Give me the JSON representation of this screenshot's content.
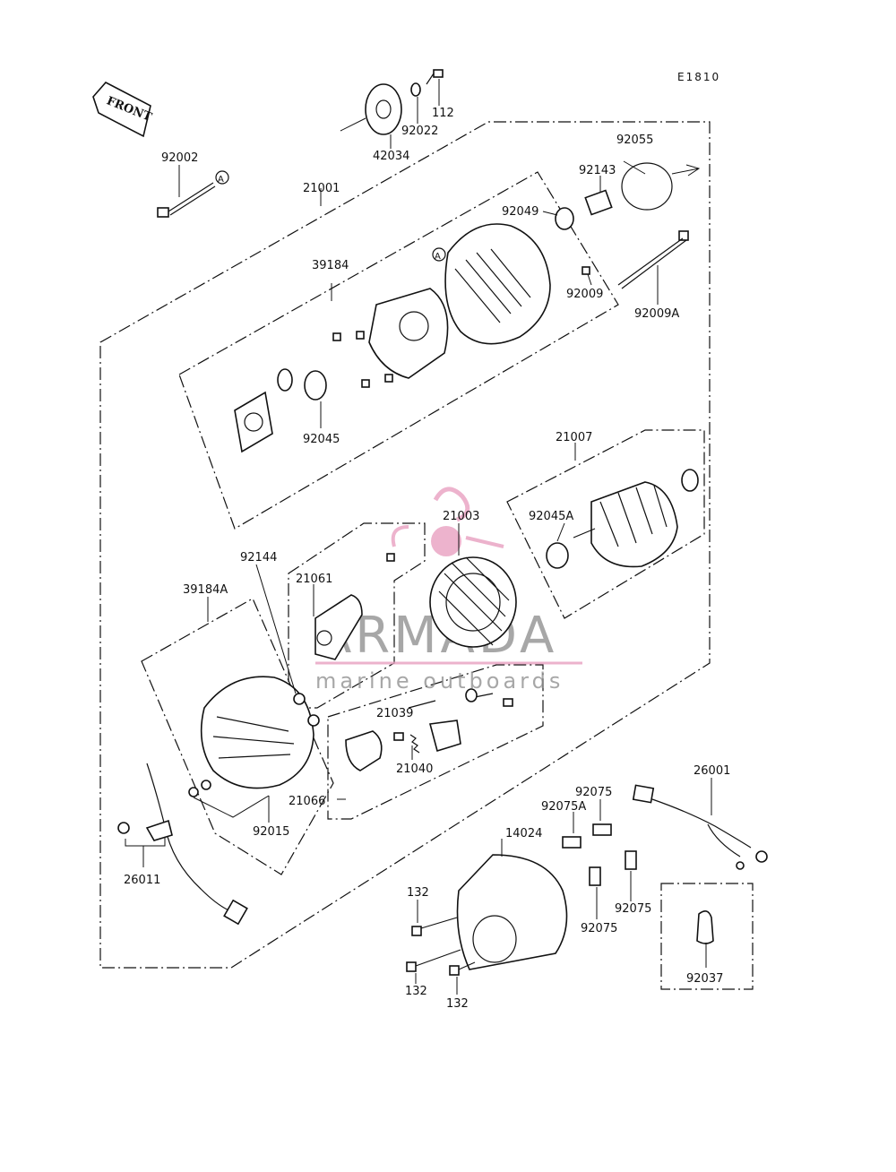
{
  "diagram": {
    "code": "E1810",
    "front_label": "FRONT",
    "ref_marker": "A",
    "watermark": {
      "brand": "ARMADA",
      "tagline": "marine outboards",
      "color": "#e8a0c0"
    },
    "parts": {
      "p112": "112",
      "p92022": "92022",
      "p42034": "42034",
      "p92002": "92002",
      "p21001": "21001",
      "p92055": "92055",
      "p92143": "92143",
      "p92049": "92049",
      "p39184": "39184",
      "p92009": "92009",
      "p92009A": "92009A",
      "p92045": "92045",
      "p21007": "21007",
      "p21003": "21003",
      "p92045A": "92045A",
      "p92144": "92144",
      "p21061": "21061",
      "p39184A": "39184A",
      "p21039": "21039",
      "p21040": "21040",
      "p21066": "21066",
      "p92015": "92015",
      "p26001": "26001",
      "p92075_top": "92075",
      "p92075A": "92075A",
      "p14024": "14024",
      "p26011": "26011",
      "p132_top": "132",
      "p92075_right": "92075",
      "p92075_bottom": "92075",
      "p132_bl": "132",
      "p132_br": "132",
      "p92037": "92037"
    }
  }
}
